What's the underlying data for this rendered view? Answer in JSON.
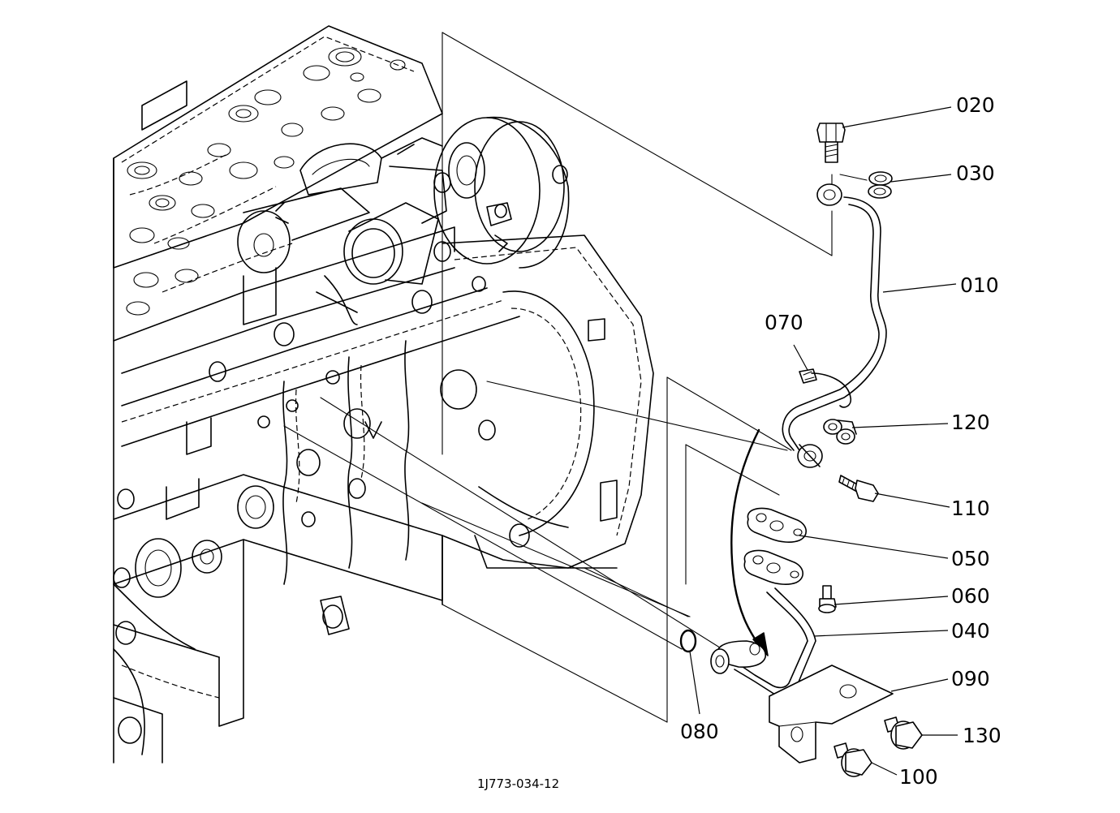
{
  "callouts": [
    {
      "id": "010",
      "label": "010"
    },
    {
      "id": "020",
      "label": "020"
    },
    {
      "id": "030",
      "label": "030"
    },
    {
      "id": "040",
      "label": "040"
    },
    {
      "id": "050",
      "label": "050"
    },
    {
      "id": "060",
      "label": "060"
    },
    {
      "id": "070",
      "label": "070"
    },
    {
      "id": "080",
      "label": "080"
    },
    {
      "id": "090",
      "label": "090"
    },
    {
      "id": "100",
      "label": "100"
    },
    {
      "id": "110",
      "label": "110"
    },
    {
      "id": "120",
      "label": "120"
    },
    {
      "id": "130",
      "label": "130"
    }
  ],
  "drawing_code": "1J773-034-12"
}
